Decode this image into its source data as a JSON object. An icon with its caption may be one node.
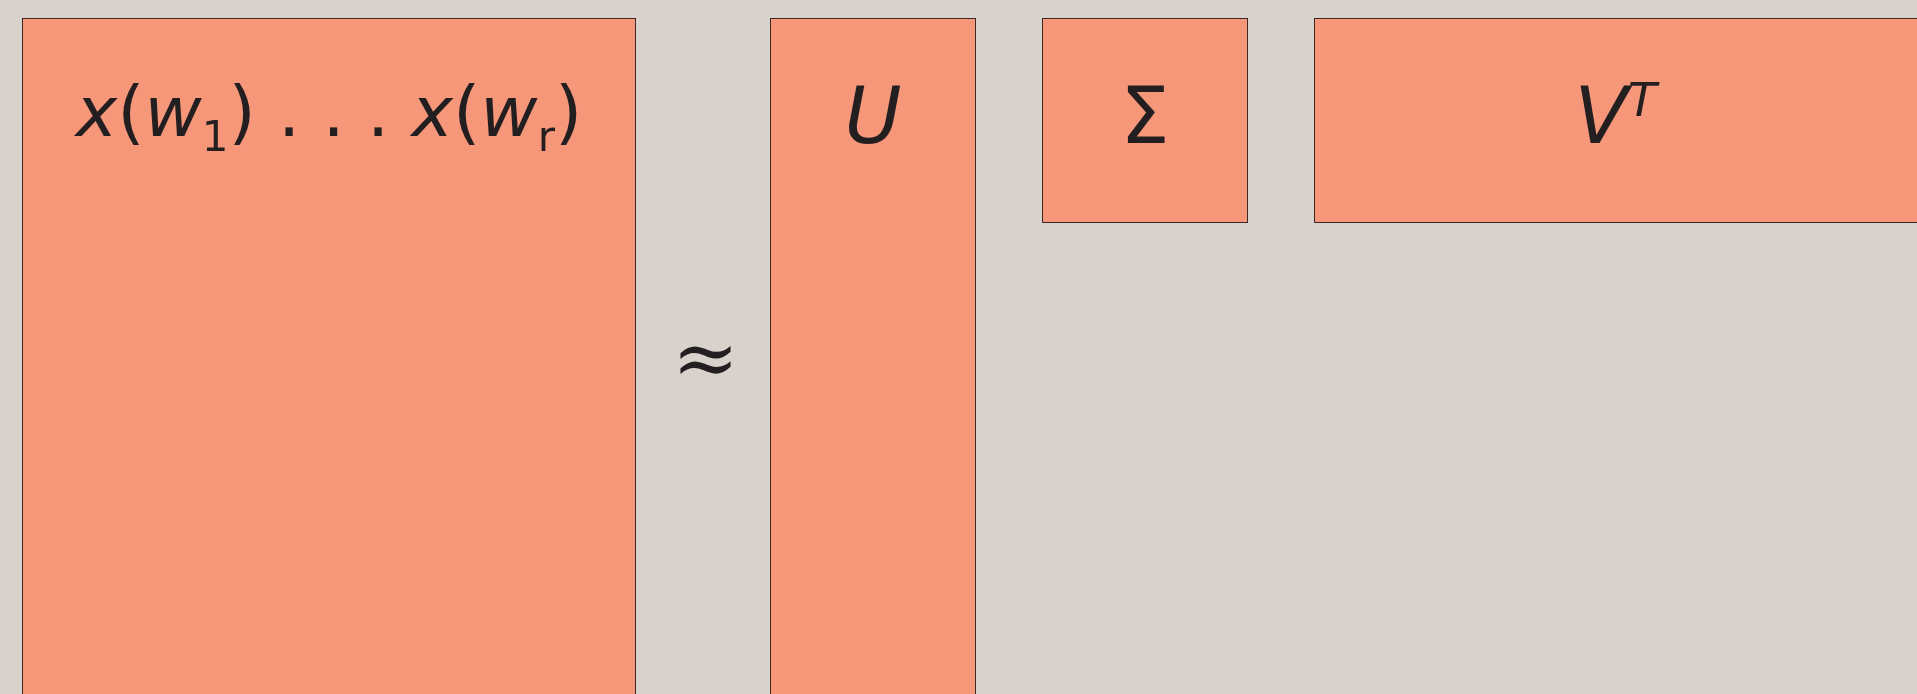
{
  "diagram": {
    "nodes": [
      {
        "text": [
          "*x*(*w*$_{1}$) . . . *x*(*w*$_{r}$)"
        ]
      },
      {
        "text": [
          "U"
        ]
      },
      {
        "text": [
          "Σ"
        ]
      },
      {
        "text": [
          "V$^{T}$"
        ]
      }
    ],
    "labels": [
      "≈"
    ]
  }
}
